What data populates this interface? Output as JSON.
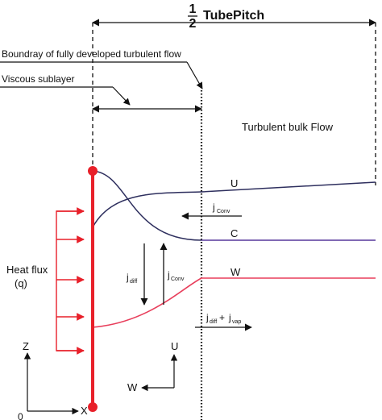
{
  "title": {
    "frac_num": "1",
    "frac_den": "2",
    "text": "TubePitch"
  },
  "labels": {
    "boundary": "Boundray of fully developed turbulent flow",
    "viscous": "Viscous sublayer",
    "bulk": "Turbulent bulk Flow",
    "heat_flux_line1": "Heat flux",
    "heat_flux_line2": "(q)"
  },
  "curves": {
    "u": "U",
    "c": "C",
    "w": "W"
  },
  "flux_labels": {
    "j_conv_top_main": "j",
    "j_conv_top_sub": "Conv",
    "j_diff_main": "j",
    "j_diff_sub": "diff",
    "j_conv_mid_main": "j",
    "j_conv_mid_sub": "Conv",
    "j_diff2_main": "j",
    "j_diff2_sub": "diff",
    "plus": "+",
    "j_vap_main": "j",
    "j_vap_sub": "vap"
  },
  "axes": {
    "z": "Z",
    "x": "X",
    "origin": "0",
    "u": "U",
    "w": "W"
  },
  "colors": {
    "wall": "#e8202a",
    "u_curve": "#2e2f5e",
    "c_curve": "#7a5ab5",
    "w_curve": "#e83f5c",
    "ink": "#111111"
  }
}
